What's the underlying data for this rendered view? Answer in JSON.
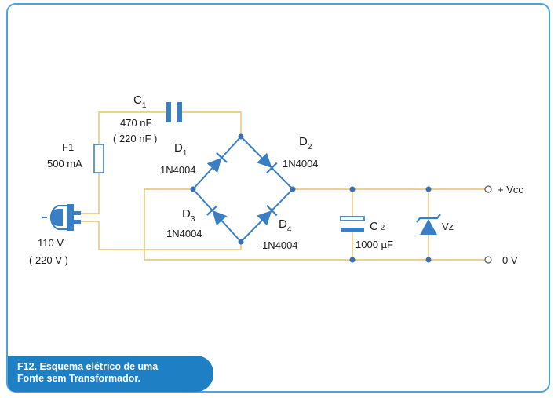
{
  "colors": {
    "wire": "#e6c26e",
    "component": "#3a7fc4",
    "node": "#3a6fb0",
    "frame": "#4fa3d8",
    "caption_bg": "#1f7fc4"
  },
  "components": {
    "c1": {
      "name": "C",
      "index": "1",
      "value": "470 nF",
      "alt_value": "( 220 nF )"
    },
    "f1": {
      "name": "F1",
      "value": "500 mA"
    },
    "d1": {
      "name": "D",
      "index": "1",
      "part": "1N4004"
    },
    "d2": {
      "name": "D",
      "index": "2",
      "part": "1N4004"
    },
    "d3": {
      "name": "D",
      "index": "3",
      "part": "1N4004"
    },
    "d4": {
      "name": "D",
      "index": "4",
      "part": "1N4004"
    },
    "c2": {
      "name": "C",
      "index": " 2",
      "value": "1000 µF"
    },
    "vz": {
      "name": "Vz"
    }
  },
  "plug": {
    "voltage": "110 V",
    "alt_voltage": "( 220 V )"
  },
  "outputs": {
    "vcc": "+ Vcc",
    "gnd": "0 V"
  },
  "caption": {
    "line1": "F12. Esquema elétrico de uma",
    "line2": "Fonte sem Transformador."
  }
}
